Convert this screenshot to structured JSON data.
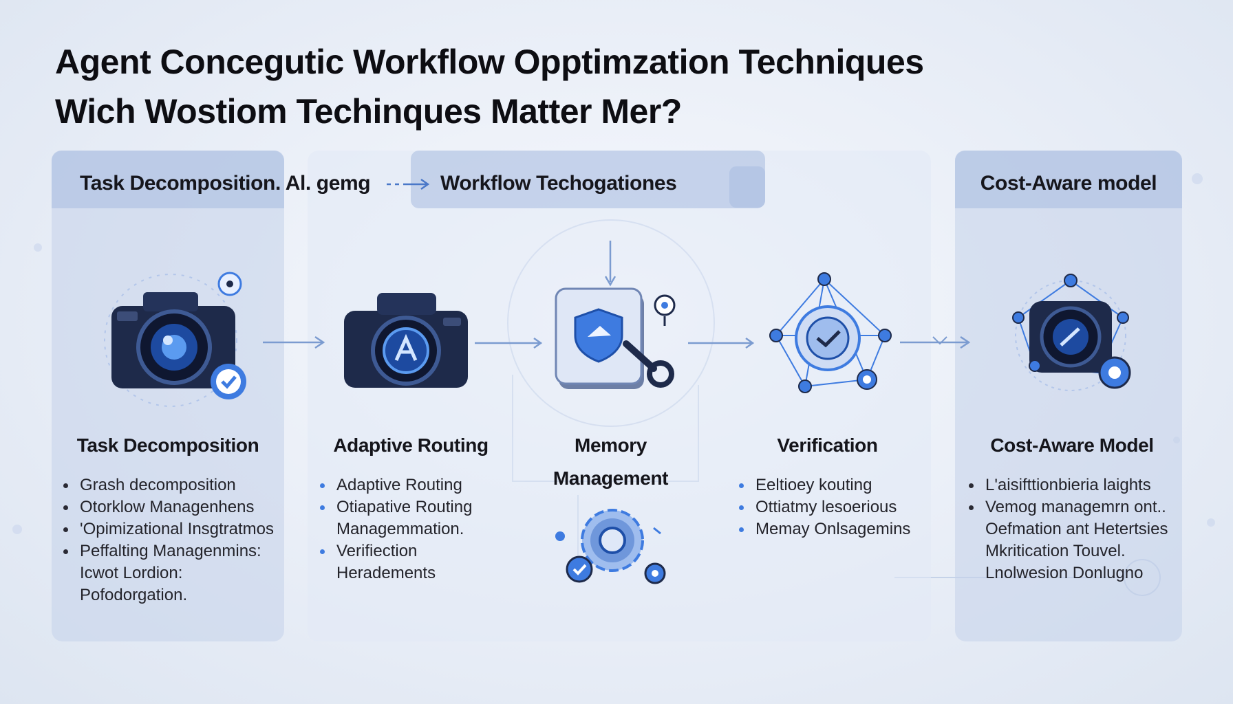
{
  "title": {
    "line1": "Agent Concegutic Workflow Opptimzation Techniques",
    "line2": "Wich Wostiom Techinques Matter Mer?"
  },
  "headers": {
    "left": "Task Decomposition. Al. gemg",
    "center": "Workflow Techogationes",
    "right": "Cost-Aware model"
  },
  "sections": [
    {
      "title": "Task Decomposition",
      "items": [
        "Grash decomposition",
        "Otorklow Managenhens",
        "'Opimizational Insgtratmos",
        "Peffalting Managenmins:",
        "Icwot Lordion:",
        "Pofodorgation."
      ]
    },
    {
      "title": "Adaptive Routing",
      "items": [
        "Adaptive Routing",
        "Otiapative Routing",
        "Managemmation.",
        "Verifiection",
        "Heradements"
      ]
    },
    {
      "title_line1": "Memory",
      "title_line2": "Management"
    },
    {
      "title": "Verification",
      "items": [
        "Eeltioey kouting",
        "Ottiatmy lesoerious",
        "Memay Onlsagemins"
      ]
    },
    {
      "title": "Cost-Aware Model",
      "items": [
        "L'aisifttionbieria laights",
        "Vemog managemrn ont..",
        "Oefmation ant Hetertsies",
        "Mkritication Touvel.",
        "Lnolwesion Donlugno"
      ]
    }
  ],
  "icons": [
    "camera-gear-icon",
    "camera-ai-icon",
    "memory-device-shield-icon",
    "verification-network-gear-icon",
    "cost-aware-camera-network-icon",
    "settings-gears-icon"
  ],
  "colors": {
    "accent": "#3e7be0",
    "dark_icon": "#1e2a4a",
    "panel": "#c4d2ea",
    "header": "#a8bce0"
  }
}
